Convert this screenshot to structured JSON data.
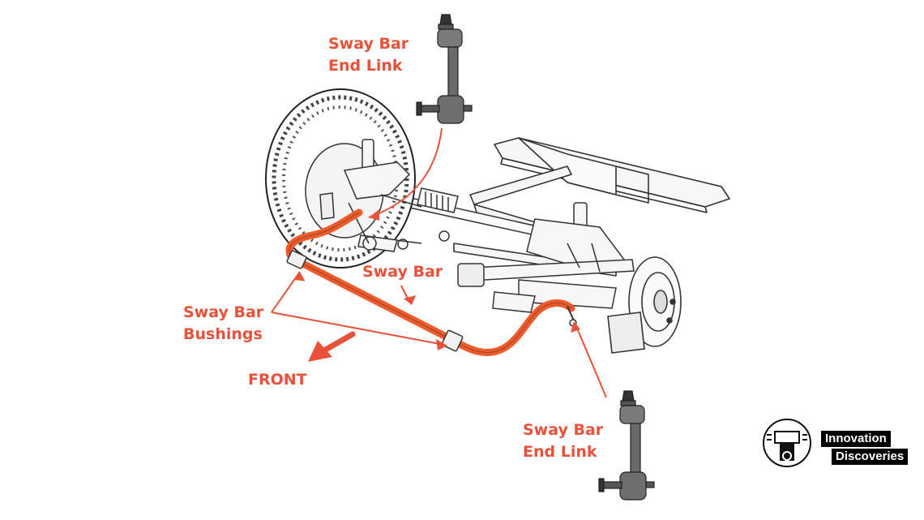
{
  "labels": {
    "end_link_top": [
      "Sway Bar",
      "End Link"
    ],
    "sway_bar": "Sway Bar",
    "bushings": [
      "Sway Bar",
      "Bushings"
    ],
    "front": "FRONT",
    "end_link_bottom": [
      "Sway Bar",
      "End Link"
    ]
  },
  "brand": {
    "line1": "Innovation",
    "line2": "Discoveries",
    "icon": "gear-robot-logo-icon"
  },
  "colors": {
    "accent": "#e8523a",
    "sway_bar": "#ef5a2a",
    "line_art": "#333333",
    "part_gray": "#6a6a6a"
  }
}
